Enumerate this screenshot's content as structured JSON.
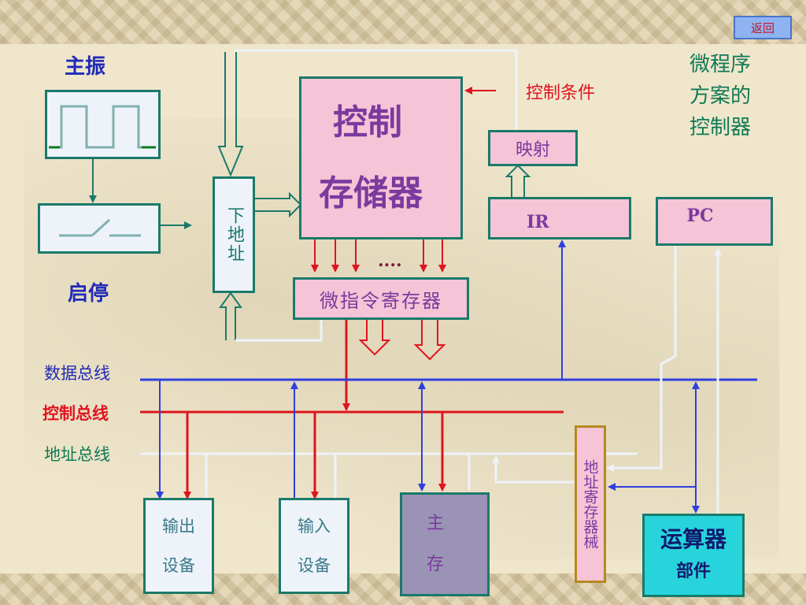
{
  "nav": {
    "return_label": "返回"
  },
  "title": {
    "line1": "微程序",
    "line2": "方案的",
    "line3": "控制器"
  },
  "labels": {
    "oscillator": "主振",
    "start_stop": "启停",
    "control_condition": "控制条件",
    "ellipsis": "....",
    "data_bus": "数据总线",
    "control_bus": "控制总线",
    "address_bus": "地址总线"
  },
  "blocks": {
    "next_address": "下地址",
    "control_store_line1": "控制",
    "control_store_line2": "存储器",
    "mapping": "映射",
    "ir": "IR",
    "pc": "PC",
    "microinstruction_register": "微指令寄存器",
    "output_line1": "输出",
    "output_line2": "设备",
    "input_line1": "输入",
    "input_line2": "设备",
    "main_memory_line1": "主",
    "main_memory_line2": "存",
    "address_register": "地址寄存器械",
    "alu_line1": "运算器",
    "alu_line2": "部件"
  },
  "colors": {
    "pink_block": "#f5c4d6",
    "teal_border": "#1a7a6a",
    "data_bus": "#2f3fe0",
    "control_bus": "#e0141e",
    "address_bus": "#e8eef8",
    "title_green": "#0f7a55",
    "label_blue": "#1f2ab8",
    "alu_fill": "#27d4dc"
  }
}
